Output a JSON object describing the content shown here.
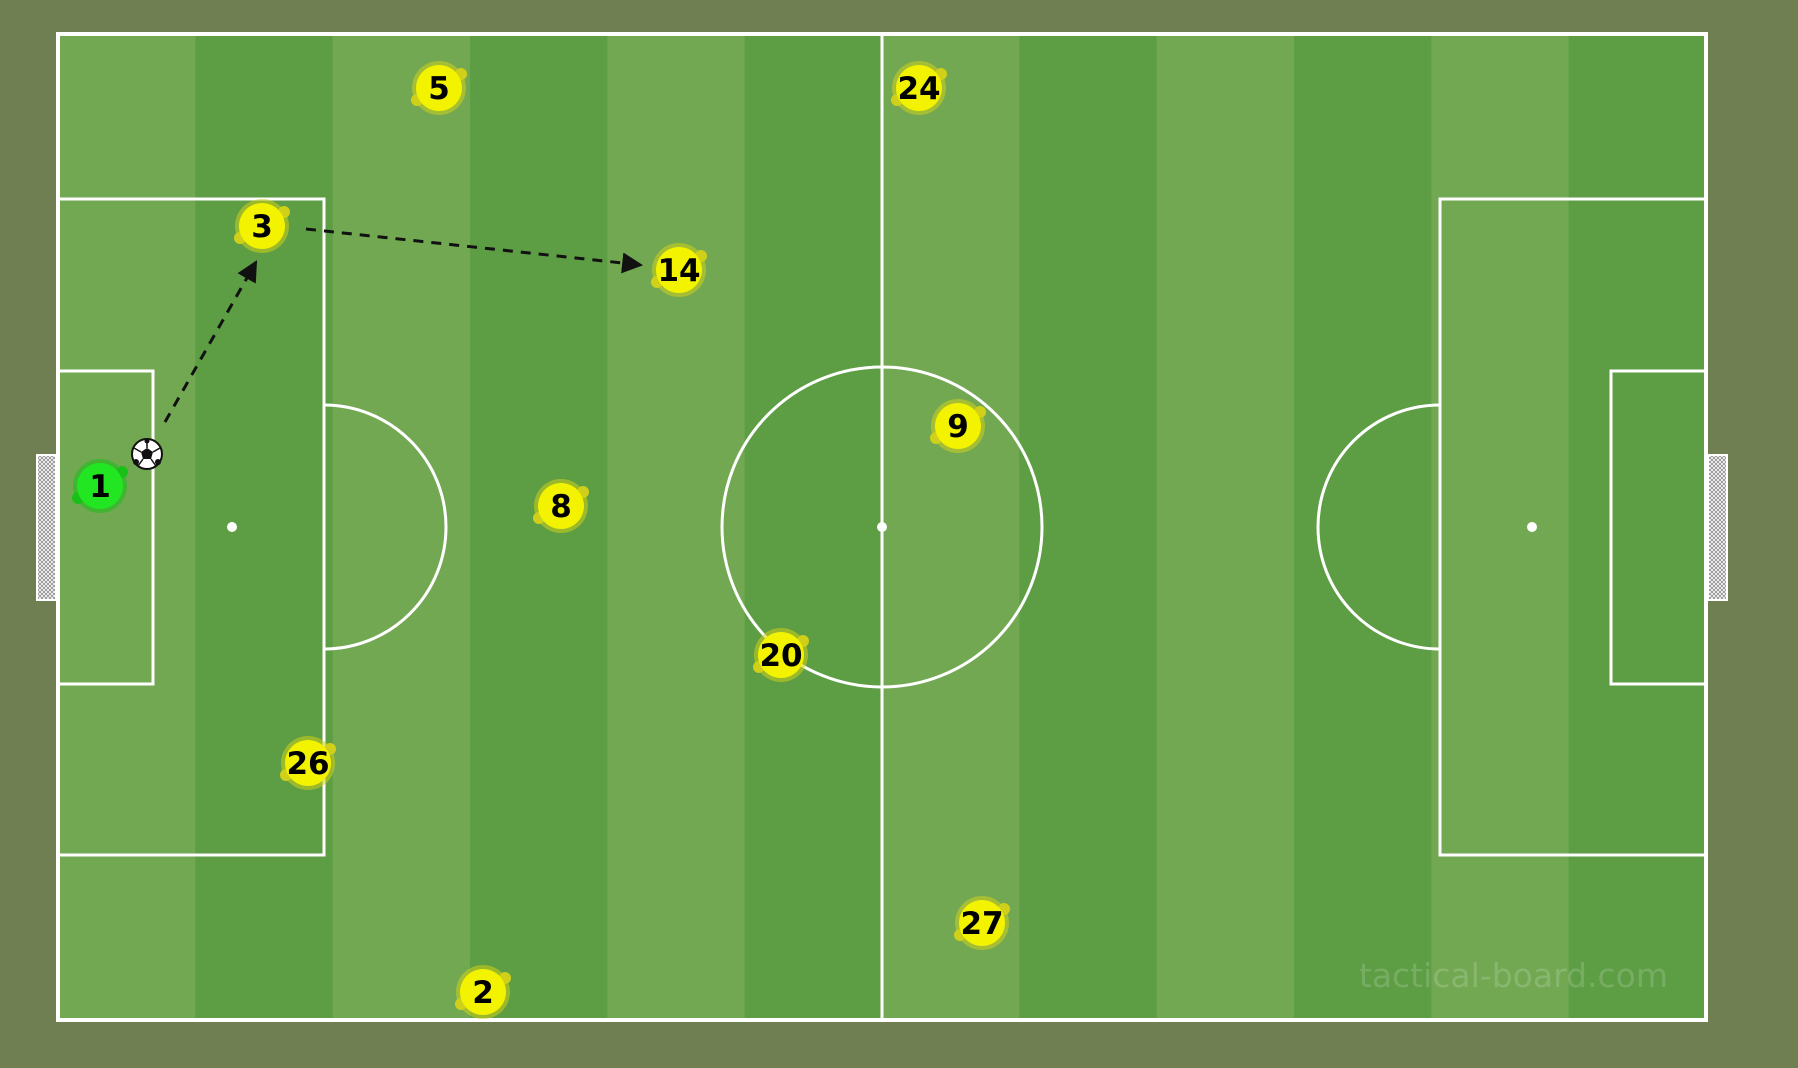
{
  "colors": {
    "background": "#6f7f52",
    "stripe_light": "#72a852",
    "stripe_dark": "#5d9d44",
    "line": "#ffffff",
    "player_fill": "#f3f300",
    "player_ring": "#d0d01a",
    "goalkeeper_fill": "#22e622",
    "goalkeeper_ring": "#18c018",
    "arrow": "#111111"
  },
  "watermark": "tactical-board.com",
  "players": [
    {
      "number": "1",
      "role": "goalkeeper"
    },
    {
      "number": "3",
      "role": "outfield"
    },
    {
      "number": "5",
      "role": "outfield"
    },
    {
      "number": "24",
      "role": "outfield"
    },
    {
      "number": "14",
      "role": "outfield"
    },
    {
      "number": "9",
      "role": "outfield"
    },
    {
      "number": "8",
      "role": "outfield"
    },
    {
      "number": "20",
      "role": "outfield"
    },
    {
      "number": "26",
      "role": "outfield"
    },
    {
      "number": "27",
      "role": "outfield"
    },
    {
      "number": "2",
      "role": "outfield"
    }
  ],
  "passes": [
    {
      "from": "ball",
      "to": "3",
      "style": "dashed-arrow"
    },
    {
      "from": "3",
      "to": "14",
      "style": "dashed-arrow"
    }
  ],
  "icons": {
    "ball": "soccer-ball-icon",
    "goal": "goal-net-icon"
  }
}
